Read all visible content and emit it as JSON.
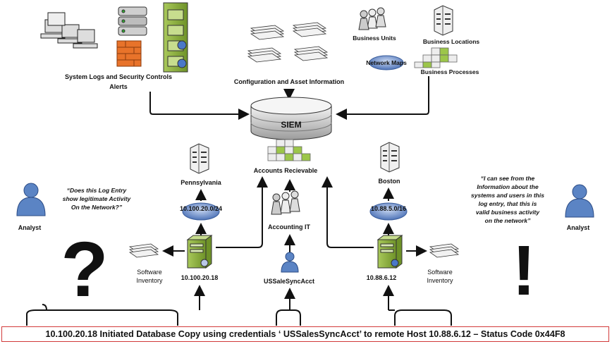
{
  "labels": {
    "system_logs": "System Logs and Security Controls",
    "alerts": "Alerts",
    "config_assets": "Configuration and Asset Information",
    "business_units": "Business Units",
    "business_locations": "Business Locations",
    "network_maps": "Network Maps",
    "business_processes": "Business Processes",
    "siem": "SIEM",
    "accounts_receivable": "Accounts Recievable",
    "pennsylvania": "Pennsylvania",
    "boston": "Boston",
    "subnet_left": "10.100.20.0/24",
    "subnet_right": "10.88.5.0/16",
    "accounting_it": "Accounting IT",
    "software": "Software",
    "inventory": "Inventory",
    "host_left": "10.100.20.18",
    "host_right": "10.88.6.12",
    "user_acct": "USSaleSyncAcct",
    "analyst_left": "Analyst",
    "analyst_right": "Analyst",
    "question_mark": "?",
    "exclamation_mark": "!"
  },
  "quotes": {
    "left": [
      "“Does this Log Entry",
      "show legitimate Activity",
      "On the Network?”"
    ],
    "right": [
      "“I can see from the",
      "Information about the",
      "systems and users in this",
      "log entry, that this is",
      "valid business activity",
      "on the network”"
    ]
  },
  "log_entry": "10.100.20.18 Initiated Database Copy using  credentials ‘ USSalesSyncAcct’ to remote Host 10.88.6.12 – Status Code 0x44F8",
  "colors": {
    "analyst_blue": "#5b84c4",
    "server_green": "#8db33c",
    "firewall_orange": "#e8732a",
    "disk_blue": "#b8c8e4",
    "log_border": "#d23a3a"
  }
}
